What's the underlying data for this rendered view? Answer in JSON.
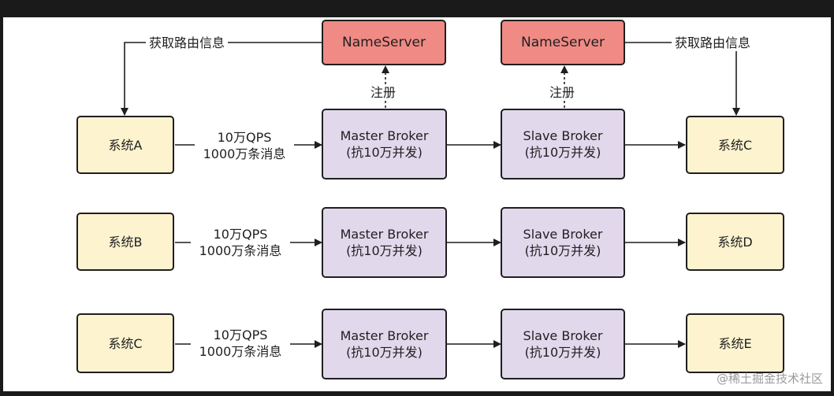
{
  "nameservers": [
    {
      "id": "ns1",
      "label": "NameServer"
    },
    {
      "id": "ns2",
      "label": "NameServer"
    }
  ],
  "register_labels": [
    "注册",
    "注册"
  ],
  "route_labels": [
    "获取路由信息",
    "获取路由信息"
  ],
  "rows": [
    {
      "producer": "系统A",
      "qps": "10万QPS",
      "messages": "1000万条消息",
      "master": {
        "line1": "Master Broker",
        "line2": "(抗10万并发)"
      },
      "slave": {
        "line1": "Slave Broker",
        "line2": "(抗10万并发)"
      },
      "consumer": "系统C"
    },
    {
      "producer": "系统B",
      "qps": "10万QPS",
      "messages": "1000万条消息",
      "master": {
        "line1": "Master Broker",
        "line2": "(抗10万并发)"
      },
      "slave": {
        "line1": "Slave Broker",
        "line2": "(抗10万并发)"
      },
      "consumer": "系统D"
    },
    {
      "producer": "系统C",
      "qps": "10万QPS",
      "messages": "1000万条消息",
      "master": {
        "line1": "Master Broker",
        "line2": "(抗10万并发)"
      },
      "slave": {
        "line1": "Slave Broker",
        "line2": "(抗10万并发)"
      },
      "consumer": "系统E"
    }
  ],
  "watermark": "@稀土掘金技术社区",
  "colors": {
    "system_fill": "#fdf3cf",
    "broker_fill": "#e2d8ec",
    "nameserver_fill": "#ef8a84",
    "edge": "#1f1f1f"
  }
}
